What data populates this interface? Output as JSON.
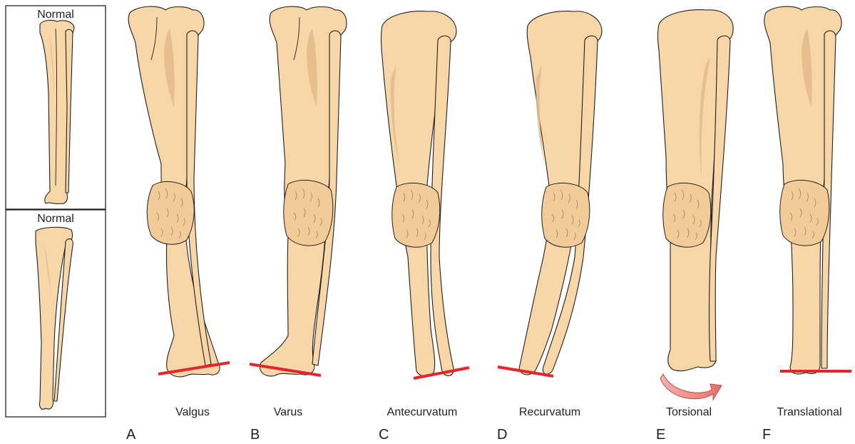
{
  "normal_panels": [
    {
      "label": "Normal"
    },
    {
      "label": "Normal"
    }
  ],
  "deformities": [
    {
      "letter": "A",
      "label": "Valgus"
    },
    {
      "letter": "B",
      "label": "Varus"
    },
    {
      "letter": "C",
      "label": "Antecurvatum"
    },
    {
      "letter": "D",
      "label": "Recurvatum"
    },
    {
      "letter": "E",
      "label": "Torsional"
    },
    {
      "letter": "F",
      "label": "Translational"
    }
  ],
  "colors": {
    "bone": "#f7d7a8",
    "bone_shadow": "#e3bb8a",
    "outline": "#231f20",
    "axis_line": "#e6242a",
    "rotation_arrow": "#f08a86"
  },
  "icons": [
    "rotation-arrow-icon"
  ]
}
